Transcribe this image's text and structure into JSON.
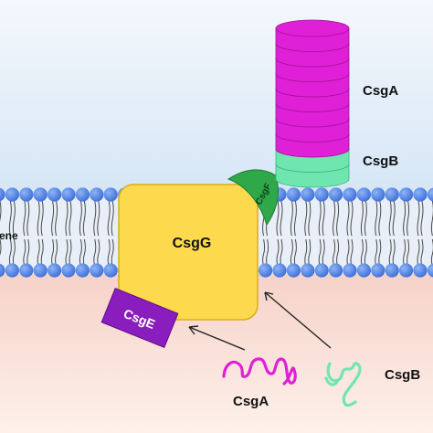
{
  "labels": {
    "membrane_partial": "ene",
    "csgg": "CsgG",
    "csge": "CsgE",
    "csgf": "CsgF",
    "csga_fibre": "CsgA",
    "csgb_fibre": "CsgB",
    "csga_unfolded": "CsgA",
    "csgb_unfolded": "CsgB"
  },
  "colors": {
    "extracellular_top": "#f4f8fc",
    "extracellular_bottom": "#d6e6f6",
    "periplasm_top": "#f6d2c9",
    "periplasm_bottom": "#fdf1ea",
    "lipid_head": "#3d6fd8",
    "lipid_head_highlight": "#8fb4f5",
    "lipid_tail": "#4a4a4a",
    "csgg": "#fdd94e",
    "csge": "#8a1dbd",
    "csgf": "#2fa84a",
    "csga": "#e020d6",
    "csgb": "#6fe6b0",
    "arrow": "#222222"
  },
  "fibre": {
    "csga_subunits": 8,
    "csgb_subunits": 2
  }
}
